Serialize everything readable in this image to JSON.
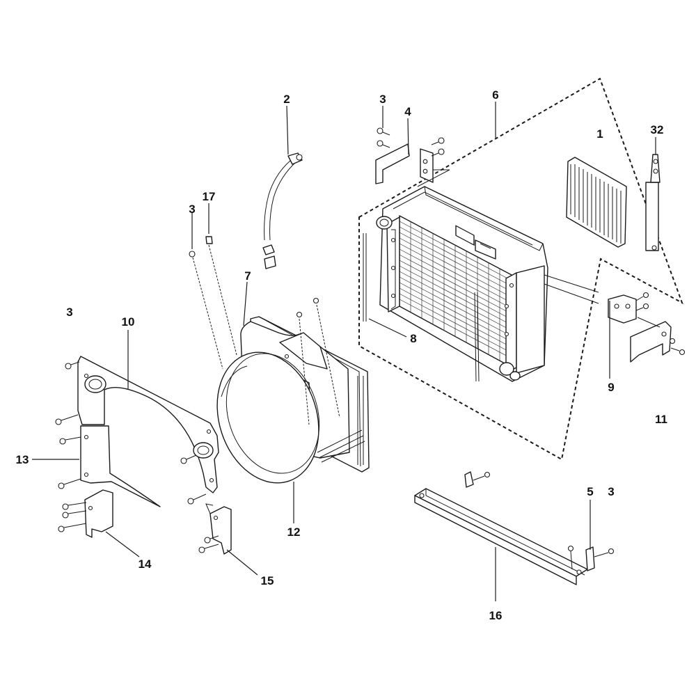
{
  "diagram": {
    "type": "exploded-parts-view",
    "callouts": {
      "c1": "1",
      "c2": "2",
      "c3_top": "3",
      "c3_hose": "3",
      "c3_left": "3",
      "c3_right": "3",
      "c4": "4",
      "c5": "5",
      "c6": "6",
      "c7": "7",
      "c8": "8",
      "c9": "9",
      "c10": "10",
      "c11": "11",
      "c12": "12",
      "c13": "13",
      "c14": "14",
      "c15": "15",
      "c16": "16",
      "c17": "17",
      "c32": "32"
    }
  }
}
